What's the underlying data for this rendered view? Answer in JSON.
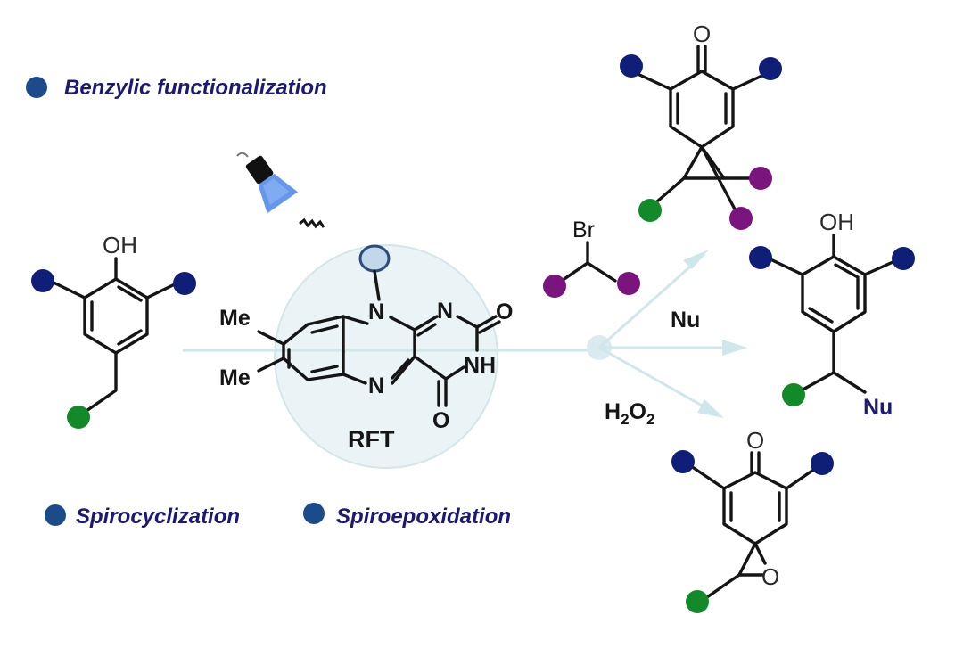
{
  "legend": {
    "benzylic": "Benzylic functionalization",
    "spirocyclization": "Spirocyclization",
    "spiroepoxidation": "Spiroepoxidation"
  },
  "catalyst": {
    "name": "RFT",
    "me1": "Me",
    "me2": "Me",
    "n10": "N",
    "n1": "N",
    "n5": "N",
    "nh": "NH",
    "o2": "O",
    "o4": "O"
  },
  "substrate": {
    "oh": "OH"
  },
  "reagents": {
    "br": "Br",
    "nu": "Nu",
    "h2o2_h": "H",
    "h2o2_2a": "2",
    "h2o2_o": "O",
    "h2o2_2b": "2"
  },
  "products": {
    "spirocyclopropane": {
      "o": "O"
    },
    "benzylic": {
      "oh": "OH",
      "nu": "Nu"
    },
    "spiroepoxide": {
      "o_top": "O",
      "o_ring": "O"
    }
  },
  "colors": {
    "blue_dot": "#0f1f78",
    "legend_dot": "#1c4b8a",
    "green_dot": "#138a2a",
    "purple_dot": "#7a157e",
    "circle_fill": "#eaf4f6",
    "arrow": "#cfe6ea",
    "lamp_light": "#4a86e8"
  },
  "icons": [
    "lamp-icon",
    "light-wave-icon"
  ]
}
